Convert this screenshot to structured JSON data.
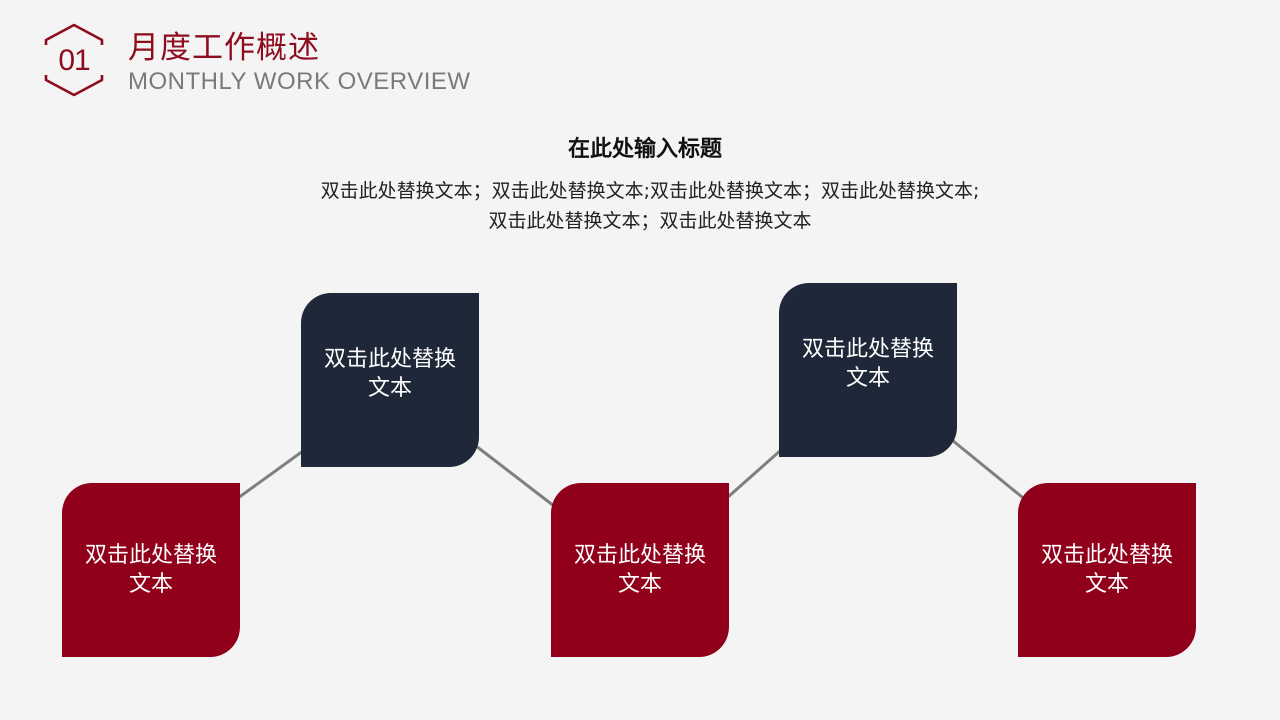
{
  "header": {
    "badge_number": "01",
    "title_cn": "月度工作概述",
    "title_en": "MONTHLY WORK OVERVIEW"
  },
  "section": {
    "heading": "在此处输入标题",
    "body_line1": "双击此处替换文本；双击此处替换文本;双击此处替换文本；双击此处替换文本;",
    "body_line2": "双击此处替换文本；双击此处替换文本"
  },
  "cards": [
    {
      "line1": "双击此处替换",
      "line2": "文本",
      "color": "#91001b"
    },
    {
      "line1": "双击此处替换",
      "line2": "文本",
      "color": "#1f2838"
    },
    {
      "line1": "双击此处替换",
      "line2": "文本",
      "color": "#91001b"
    },
    {
      "line1": "双击此处替换",
      "line2": "文本",
      "color": "#1f2838"
    },
    {
      "line1": "双击此处替换",
      "line2": "文本",
      "color": "#91001b"
    }
  ],
  "colors": {
    "accent_red": "#91001b",
    "navy": "#1f2838",
    "connector": "#7f7f7f",
    "background": "#f4f4f4",
    "title_red": "#8e0c1e",
    "subtitle_gray": "#7a7a7a"
  }
}
